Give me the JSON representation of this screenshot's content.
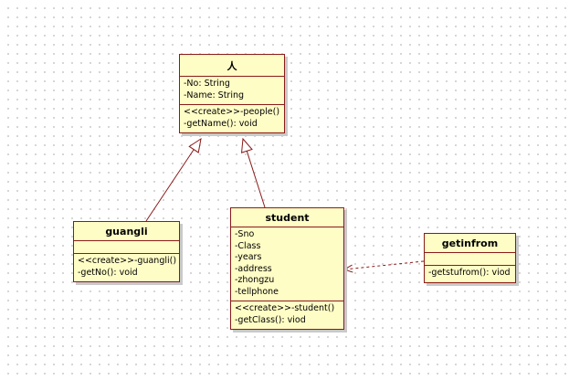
{
  "diagram": {
    "classes": [
      {
        "id": "people",
        "name": "人",
        "attributes": [
          "-No: String",
          "-Name: String"
        ],
        "operations": [
          "<<create>>-people()",
          "-getName(): void"
        ]
      },
      {
        "id": "guangli",
        "name": "guangli",
        "attributes": [],
        "operations": [
          "<<create>>-guangli()",
          "-getNo(): void"
        ]
      },
      {
        "id": "student",
        "name": "student",
        "attributes": [
          "-Sno",
          "-Class",
          "-years",
          "-address",
          "-zhongzu",
          "-tellphone"
        ],
        "operations": [
          "<<create>>-student()",
          "-getClass(): viod"
        ]
      },
      {
        "id": "getinfrom",
        "name": "getinfrom",
        "attributes": [],
        "operations": [
          "-getstufrom(): viod"
        ]
      }
    ],
    "relations": [
      {
        "from": "guangli",
        "to": "people",
        "type": "generalization"
      },
      {
        "from": "student",
        "to": "people",
        "type": "generalization"
      },
      {
        "from": "getinfrom",
        "to": "student",
        "type": "dependency"
      }
    ],
    "colors": {
      "class_fill": "#fffdc6",
      "class_border": "#8a1a1a",
      "edge_generalization": "#8a1a1a",
      "edge_dependency": "#8a1a1a"
    }
  }
}
